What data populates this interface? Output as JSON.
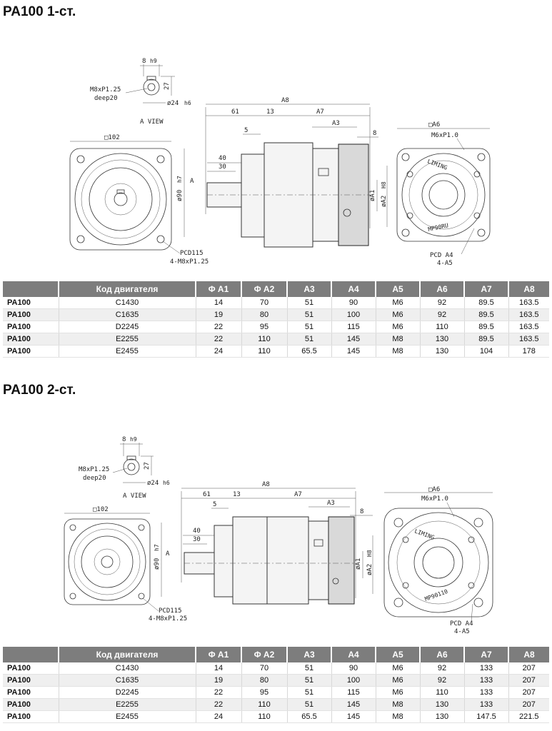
{
  "sections": [
    {
      "title": "PA100 1-ст.",
      "drawing": {
        "key_width": "8",
        "key_width_tol": "h9",
        "key_height": "27",
        "thread_label": "M8xP1.25",
        "thread_depth": "deep20",
        "shaft_dia": "ø24",
        "shaft_dia_tol": "h6",
        "view_label": "A  VIEW",
        "flange_square": "□102",
        "pcd_label": "PCD115",
        "bolt_label": "4-M8xP1.25",
        "dim_a8": "A8",
        "dim_61": "61",
        "dim_13": "13",
        "dim_a7": "A7",
        "dim_a3": "A3",
        "dim_5": "5",
        "dim_8": "8",
        "dim_40": "40",
        "dim_30": "30",
        "dim_dia90": "ø90",
        "dim_dia90_tol": "h7",
        "dim_a_arrow": "A",
        "dim_da1": "øA1",
        "dim_da2": "øA2",
        "dim_da2_tol": "H8",
        "motor_square": "□A6",
        "motor_thread": "M6xP1.0",
        "motor_pcd": "PCD  A4",
        "motor_bolts": "4-A5",
        "brand_top": "LIMING",
        "brand_bottom": "MP90RU"
      },
      "table": {
        "headers": [
          "",
          "Код двигателя",
          "Φ A1",
          "Φ A2",
          "A3",
          "A4",
          "A5",
          "A6",
          "A7",
          "A8"
        ],
        "rows": [
          [
            "PA100",
            "C1430",
            "14",
            "70",
            "51",
            "90",
            "M6",
            "92",
            "89.5",
            "163.5"
          ],
          [
            "PA100",
            "C1635",
            "19",
            "80",
            "51",
            "100",
            "M6",
            "92",
            "89.5",
            "163.5"
          ],
          [
            "PA100",
            "D2245",
            "22",
            "95",
            "51",
            "115",
            "M6",
            "110",
            "89.5",
            "163.5"
          ],
          [
            "PA100",
            "E2255",
            "22",
            "110",
            "51",
            "145",
            "M8",
            "130",
            "89.5",
            "163.5"
          ],
          [
            "PA100",
            "E2455",
            "24",
            "110",
            "65.5",
            "145",
            "M8",
            "130",
            "104",
            "178"
          ]
        ]
      }
    },
    {
      "title": "PA100 2-ст.",
      "drawing": {
        "key_width": "8",
        "key_width_tol": "h9",
        "key_height": "27",
        "thread_label": "M8xP1.25",
        "thread_depth": "deep20",
        "shaft_dia": "ø24",
        "shaft_dia_tol": "h6",
        "view_label": "A  VIEW",
        "flange_square": "□102",
        "pcd_label": "PCD115",
        "bolt_label": "4-M8xP1.25",
        "dim_a8": "A8",
        "dim_61": "61",
        "dim_13": "13",
        "dim_a7": "A7",
        "dim_a3": "A3",
        "dim_5": "5",
        "dim_8": "8",
        "dim_40": "40",
        "dim_30": "30",
        "dim_dia90": "ø90",
        "dim_dia90_tol": "h7",
        "dim_a_arrow": "A",
        "dim_da1": "øA1",
        "dim_da2": "øA2",
        "dim_da2_tol": "H8",
        "motor_square": "□A6",
        "motor_thread": "M6xP1.0",
        "motor_pcd": "PCD  A4",
        "motor_bolts": "4-A5",
        "brand_top": "LIMING",
        "brand_bottom": "MP90110"
      },
      "table": {
        "headers": [
          "",
          "Код двигателя",
          "Φ A1",
          "Φ A2",
          "A3",
          "A4",
          "A5",
          "A6",
          "A7",
          "A8"
        ],
        "rows": [
          [
            "PA100",
            "C1430",
            "14",
            "70",
            "51",
            "90",
            "M6",
            "92",
            "133",
            "207"
          ],
          [
            "PA100",
            "C1635",
            "19",
            "80",
            "51",
            "100",
            "M6",
            "92",
            "133",
            "207"
          ],
          [
            "PA100",
            "D2245",
            "22",
            "95",
            "51",
            "115",
            "M6",
            "110",
            "133",
            "207"
          ],
          [
            "PA100",
            "E2255",
            "22",
            "110",
            "51",
            "145",
            "M8",
            "130",
            "133",
            "207"
          ],
          [
            "PA100",
            "E2455",
            "24",
            "110",
            "65.5",
            "145",
            "M8",
            "130",
            "147.5",
            "221.5"
          ]
        ]
      }
    }
  ]
}
